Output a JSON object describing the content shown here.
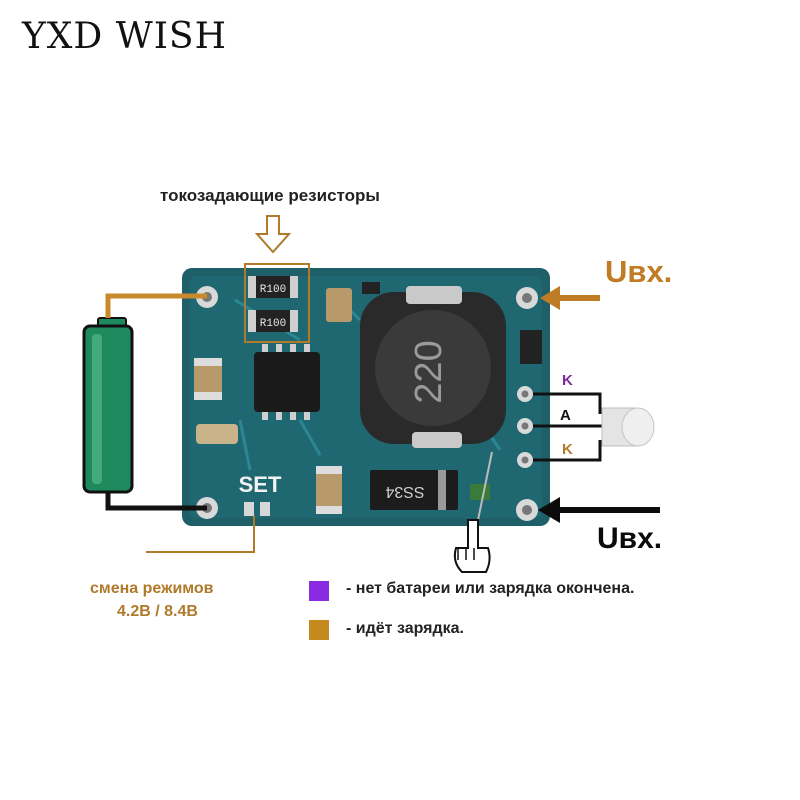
{
  "brand": "YXD WISH",
  "labels": {
    "current_resistors": "токозадающие резисторы",
    "input_voltage_top": "Uвх.",
    "input_voltage_bottom": "Uвх.",
    "mode_switch_line1": "смена режимов",
    "mode_switch_line2": "4.2В / 8.4В"
  },
  "board": {
    "resistor_1": "R100",
    "resistor_2": "R100",
    "inductor": "220",
    "diode": "SS34",
    "set_pad": "SET"
  },
  "led_pins": {
    "top": "K",
    "middle": "A",
    "bottom": "K"
  },
  "legend": [
    {
      "color": "#8a2be2",
      "text": "- нет батареи или зарядка окончена."
    },
    {
      "color": "#c48a1e",
      "text": "- идёт зарядка."
    }
  ],
  "colors": {
    "pcb": "#1e5f68",
    "wire_orange": "#c88a2a",
    "wire_black": "#111111",
    "battery": "#1f8a5e"
  }
}
